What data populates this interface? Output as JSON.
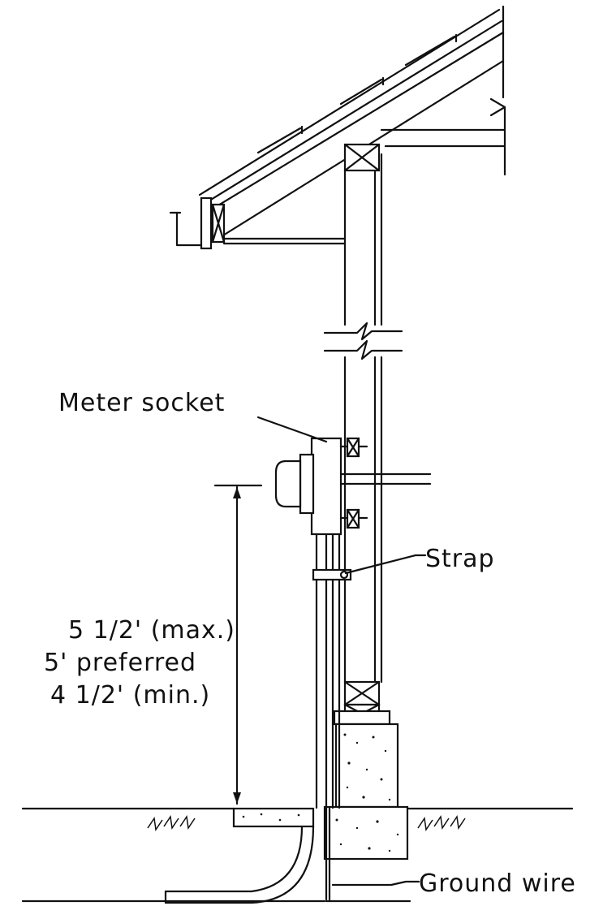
{
  "labels": {
    "meter_socket": "Meter socket",
    "strap": "Strap",
    "height_max": "5 1/2' (max.)",
    "height_preferred": "5' preferred",
    "height_min": "4 1/2' (min.)",
    "ground_wire": "Ground wire"
  }
}
